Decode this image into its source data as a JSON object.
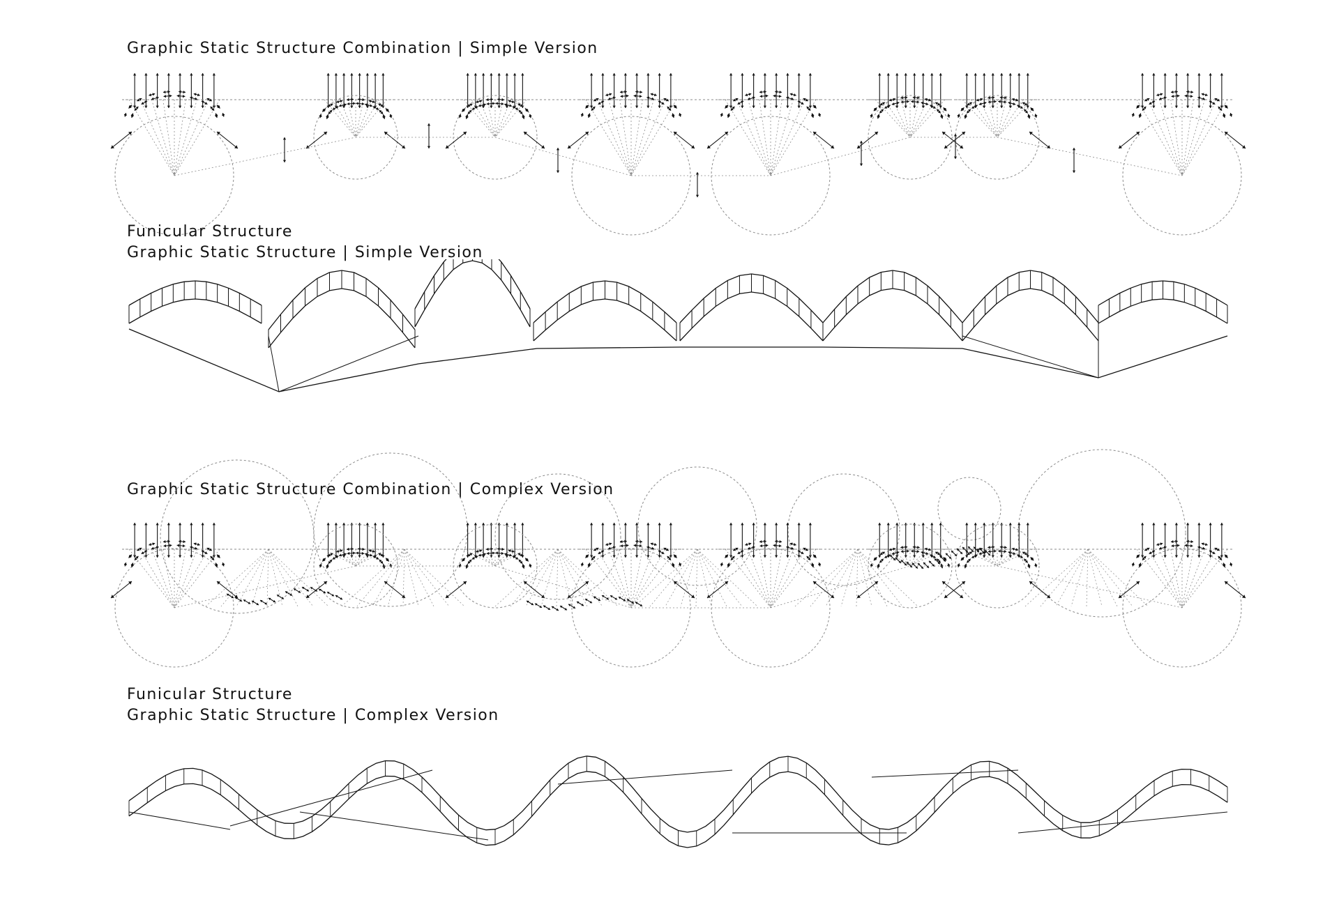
{
  "titles": {
    "simple_combination": "Graphic Static Structure Combination | Simple Version",
    "simple_funicular_line1": "Funicular Structure",
    "simple_funicular_line2": "Graphic Static Structure | Simple Version",
    "complex_combination": "Graphic Static Structure Combination | Complex Version",
    "complex_funicular_line1": "Funicular Structure",
    "complex_funicular_line2": "Graphic Static Structure | Complex Version"
  },
  "colors": {
    "ink": "#111111",
    "construction": "#8a8a8a",
    "background": "#ffffff"
  }
}
